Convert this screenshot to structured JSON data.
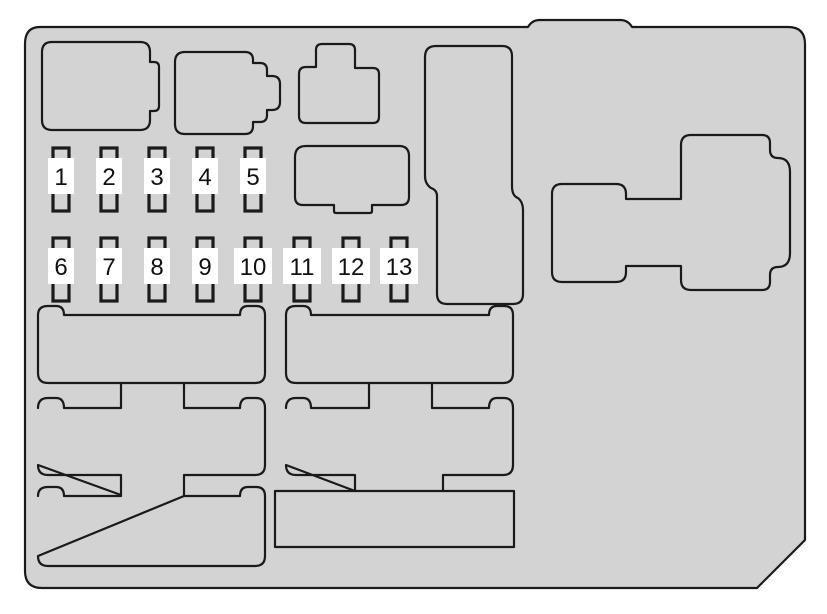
{
  "colors": {
    "panel_fill": "#d3d3d3",
    "stroke": "#1a1a1a",
    "label_bg": "#ffffff",
    "label_text": "#111111"
  },
  "fuses": [
    {
      "number": "1"
    },
    {
      "number": "2"
    },
    {
      "number": "3"
    },
    {
      "number": "4"
    },
    {
      "number": "5"
    },
    {
      "number": "6"
    },
    {
      "number": "7"
    },
    {
      "number": "8"
    },
    {
      "number": "9"
    },
    {
      "number": "10"
    },
    {
      "number": "11"
    },
    {
      "number": "12"
    },
    {
      "number": "13"
    }
  ]
}
